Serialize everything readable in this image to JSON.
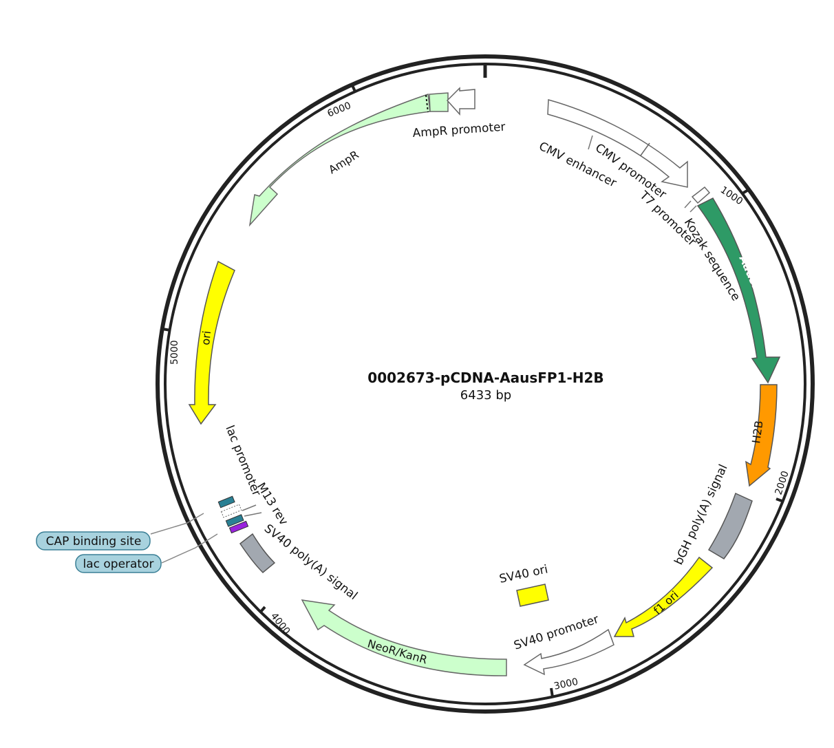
{
  "plasmid": {
    "name": "0002673-pCDNA-AausFP1-H2B",
    "length_label": "6433 bp"
  },
  "ticks": [
    "1000",
    "2000",
    "3000",
    "4000",
    "5000",
    "6000"
  ],
  "features": {
    "cmv_enhancer": "CMV enhancer",
    "cmv_promoter": "CMV promoter",
    "t7_promoter": "T7 promoter",
    "kozak": "Kozak sequence",
    "aausfp1": "AausFP1",
    "h2b": "H2B",
    "bgh": "bGH poly(A) signal",
    "f1_ori": "f1 ori",
    "sv40_promoter": "SV40 promoter",
    "sv40_ori": "SV40 ori",
    "neo": "NeoR/KanR",
    "sv40_polya": "SV40 poly(A) signal",
    "m13_rev": "M13 rev",
    "lac_promoter": "lac promoter",
    "cap_site": "CAP binding site",
    "lac_operator": "lac operator",
    "ori": "ori",
    "ampr": "AmpR",
    "ampr_promoter": "AmpR promoter"
  },
  "colors": {
    "backbone": "#222222",
    "promoter": "#ffffff",
    "cds_fp": "#2e9a66",
    "cds_h2b": "#ff9900",
    "terminator": "#a2a8b0",
    "origin": "#ffff00",
    "resistance": "#ccffcc",
    "protein_bind": "#a8d2de",
    "primer": "#2a8094",
    "lac_purple": "#9922dd"
  }
}
